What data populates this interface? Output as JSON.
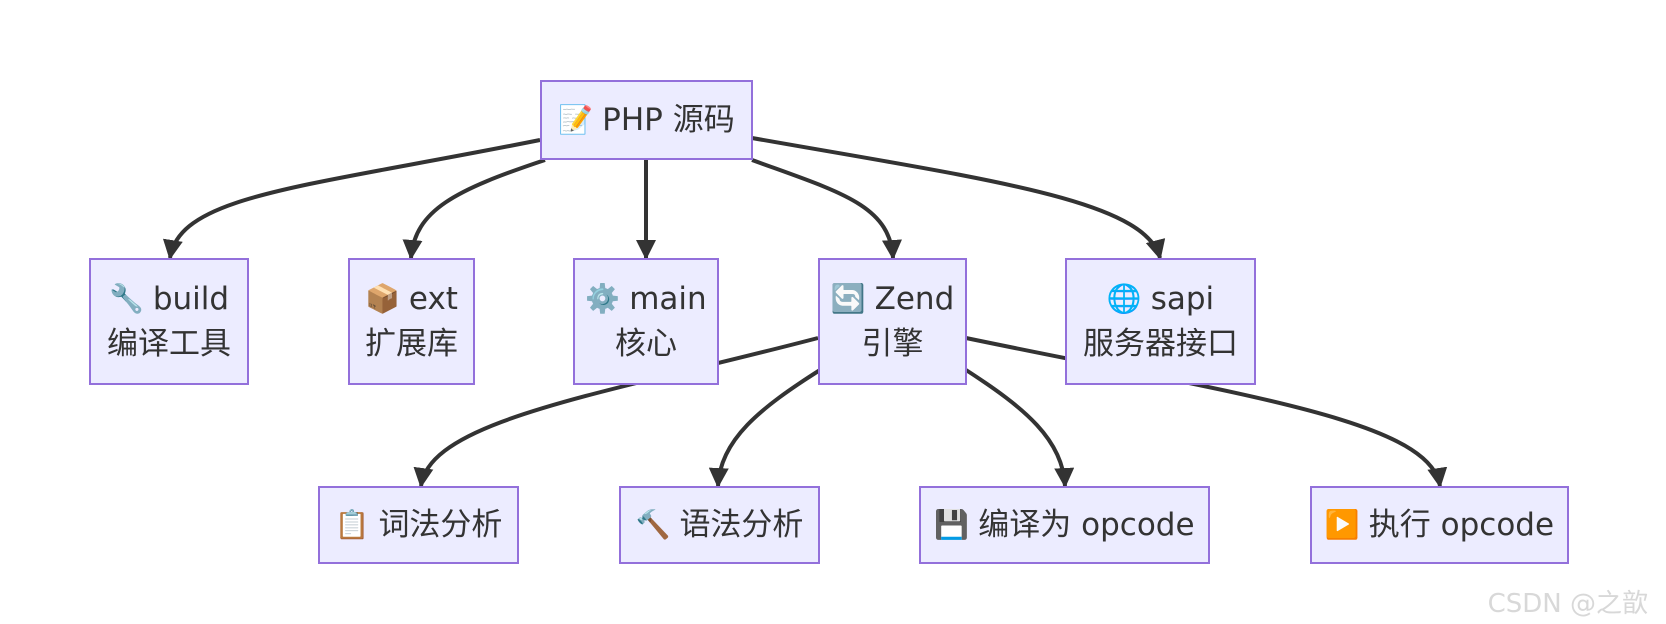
{
  "diagram": {
    "root": {
      "icon": "📝",
      "label": "PHP 源码"
    },
    "build": {
      "icon": "🔧",
      "label": "build",
      "desc": "编译工具"
    },
    "ext": {
      "icon": "📦",
      "label": "ext",
      "desc": "扩展库"
    },
    "main": {
      "icon": "⚙️",
      "label": "main",
      "desc": "核心"
    },
    "zend": {
      "icon": "🔄",
      "label": "Zend",
      "desc": "引擎"
    },
    "sapi": {
      "icon": "🌐",
      "label": "sapi",
      "desc": "服务器接口"
    },
    "lexer": {
      "icon": "📋",
      "label": "词法分析"
    },
    "parser": {
      "icon": "🔨",
      "label": "语法分析"
    },
    "compile": {
      "icon": "💾",
      "label": "编译为 opcode"
    },
    "execute": {
      "icon": "▶️",
      "label": "执行 opcode"
    }
  },
  "colors": {
    "node_fill": "#ececff",
    "node_border": "#9370db",
    "edge": "#333333",
    "text": "#333333"
  },
  "watermark": "CSDN @之歆"
}
